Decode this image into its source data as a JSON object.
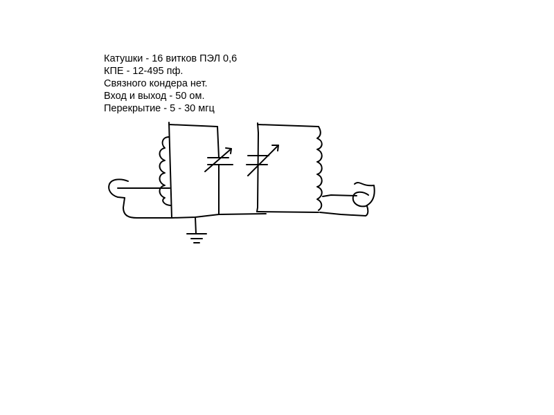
{
  "notes": [
    "Катушки - 16 витков ПЭЛ 0,6",
    "КПЕ - 12-495 пф.",
    "Связного кондера нет.",
    "Вход и выход - 50 ом.",
    "Перекрытие - 5 - 30 мгц"
  ],
  "colors": {
    "ink": "#000000",
    "background": "#ffffff"
  }
}
